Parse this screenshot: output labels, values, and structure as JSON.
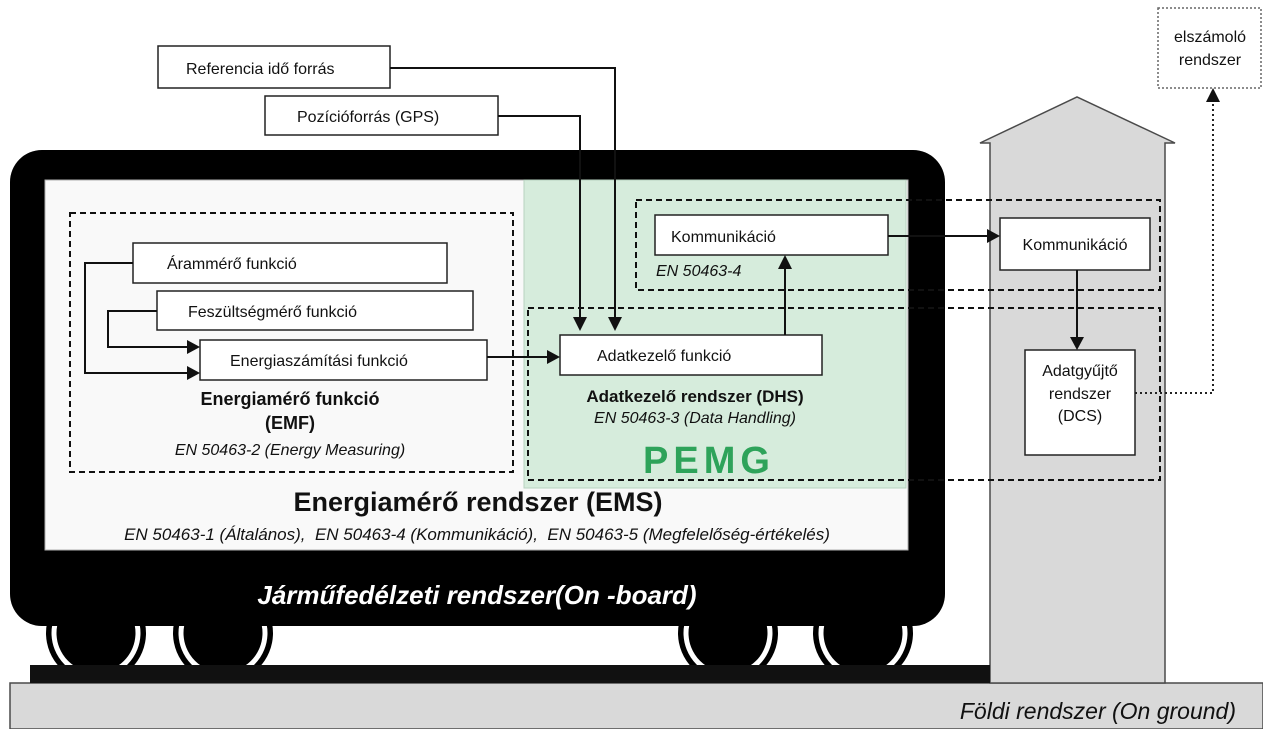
{
  "sources": {
    "time_reference": "Referencia idő forrás",
    "position": "Pozícióforrás (GPS)"
  },
  "billing_system": {
    "lines": [
      "elszámoló",
      "rendszer"
    ]
  },
  "onboard": {
    "title": "Járműfedélzeti rendszer(On -board)",
    "ems": {
      "title": "Energiamérő rendszer (EMS)",
      "standards": "EN 50463-1 (Általános),  EN 50463-4 (Kommunikáció),  EN 50463-5 (Megfelelőség-értékelés)"
    },
    "emf": {
      "current_function": "Árammérő funkció",
      "voltage_function": "Feszültségmérő funkció",
      "energy_calc_function": "Energiaszámítási funkció",
      "title": "Energiamérő funkció",
      "abbreviation": "(EMF)",
      "standard": "EN 50463-2 (Energy Measuring)"
    },
    "dhs": {
      "function": "Adatkezelő funkció",
      "title": "Adatkezelő rendszer (DHS)",
      "standard": "EN 50463-3 (Data Handling)"
    },
    "communication": {
      "function": "Kommunikáció",
      "standard": "EN 50463-4"
    },
    "pemg_label": "PEMG"
  },
  "ground": {
    "title": "Földi rendszer (On ground)",
    "communication": "Kommunikáció",
    "dcs_lines": [
      "Adatgyűjtő",
      "rendszer",
      "(DCS)"
    ]
  },
  "colors": {
    "pemg_area": "#d6ecdc",
    "pemg_label": "#2ea35a",
    "ground": "#d9d9d9"
  }
}
